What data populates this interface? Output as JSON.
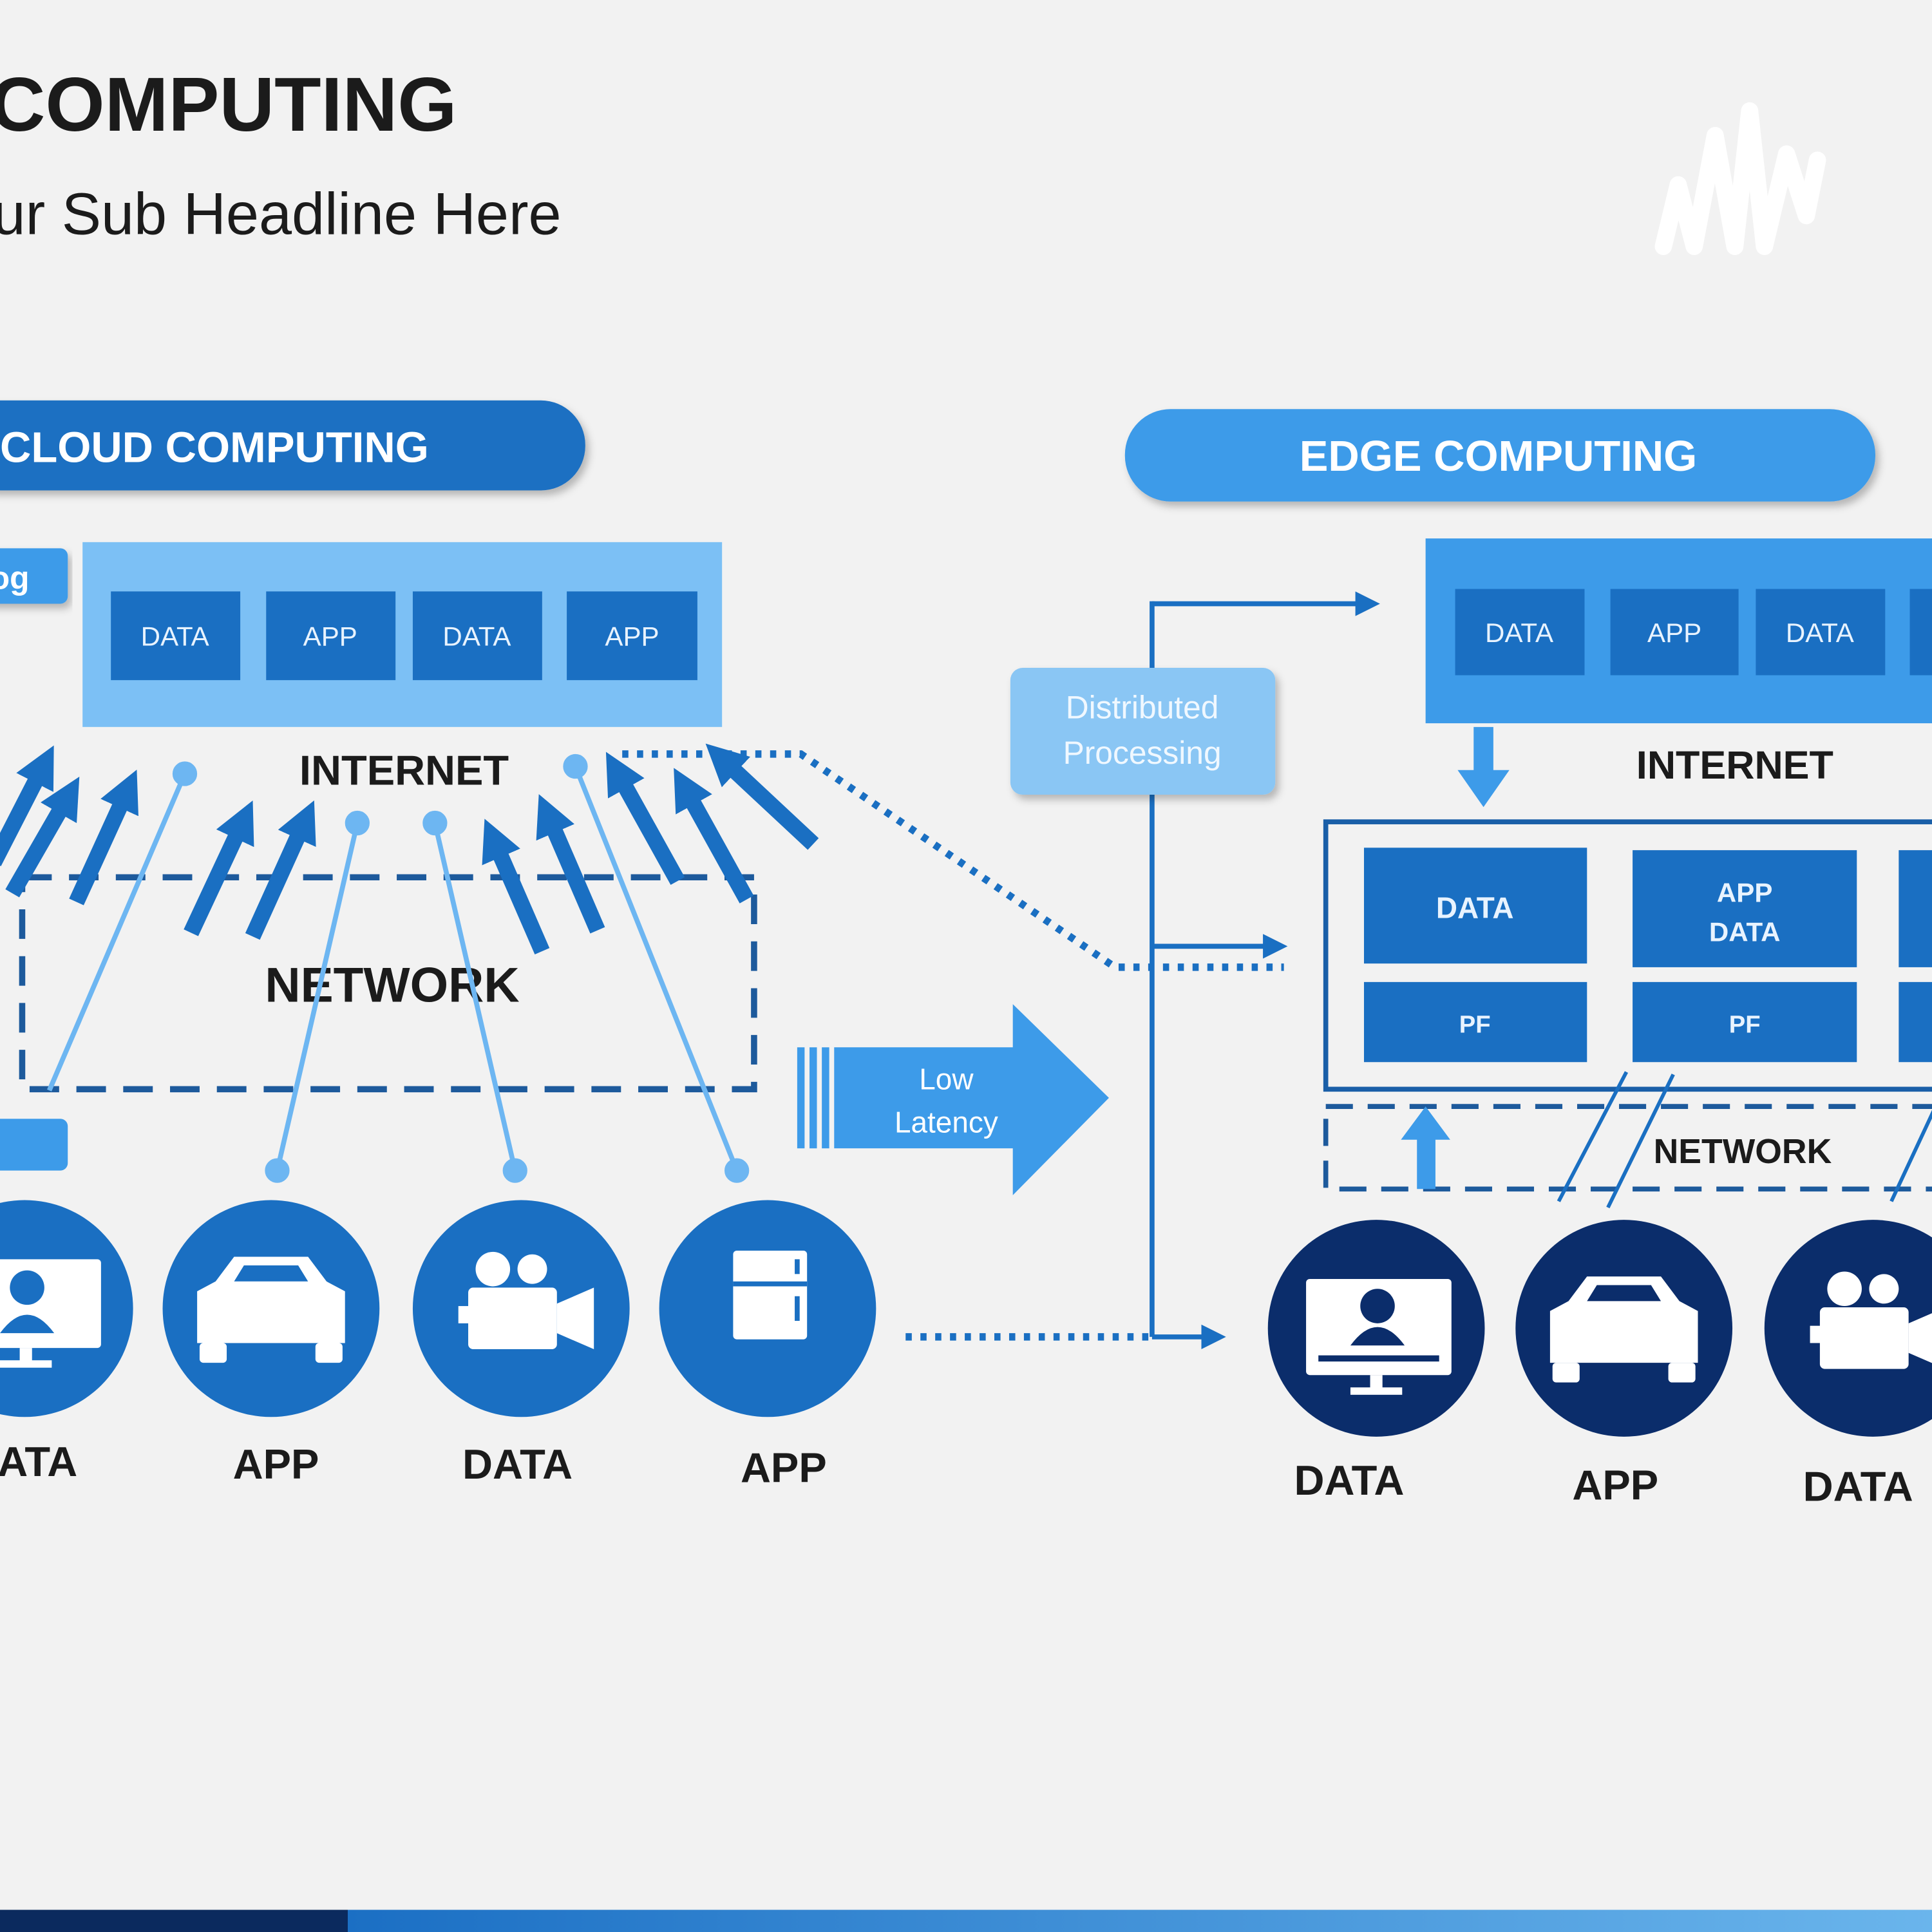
{
  "header": {
    "title": "COMPUTING",
    "subtitle": "ur Sub Headline Here"
  },
  "logo": {
    "icon": "podcast-waveform-logo",
    "color": "#ffffff"
  },
  "cloud": {
    "banner": "CLOUD COMPUTING",
    "side_tag_top": "og",
    "internet_boxes": [
      "DATA",
      "APP",
      "DATA",
      "APP"
    ],
    "internet_label": "INTERNET",
    "network_label": "NETWORK",
    "devices": [
      {
        "icon": "monitor-user-icon",
        "label": "ATA"
      },
      {
        "icon": "car-icon",
        "label": "APP"
      },
      {
        "icon": "video-camera-icon",
        "label": "DATA"
      },
      {
        "icon": "refrigerator-icon",
        "label": "APP"
      }
    ]
  },
  "transition": {
    "arrow_line1": "Low",
    "arrow_line2": "Latency",
    "distributed_line1": "Distributed",
    "distributed_line2": "Processing"
  },
  "edge": {
    "banner": "EDGE COMPUTING",
    "internet_boxes": [
      "DATA",
      "APP",
      "DATA"
    ],
    "internet_label": "INTERNET",
    "edge_nodes": [
      {
        "top": "DATA",
        "bottom": "PF"
      },
      {
        "top_line1": "APP",
        "top_line2": "DATA",
        "bottom": "PF"
      }
    ],
    "network_label": "NETWORK",
    "devices": [
      {
        "icon": "monitor-user-icon",
        "label": "DATA"
      },
      {
        "icon": "car-icon",
        "label": "APP"
      },
      {
        "icon": "video-camera-icon",
        "label": "DATA"
      }
    ]
  },
  "colors": {
    "primary": "#1a6fc2",
    "light": "#7cc0f5",
    "accent": "#3d9be9",
    "navy": "#0b2d6b",
    "background": "#f2f2f2"
  }
}
